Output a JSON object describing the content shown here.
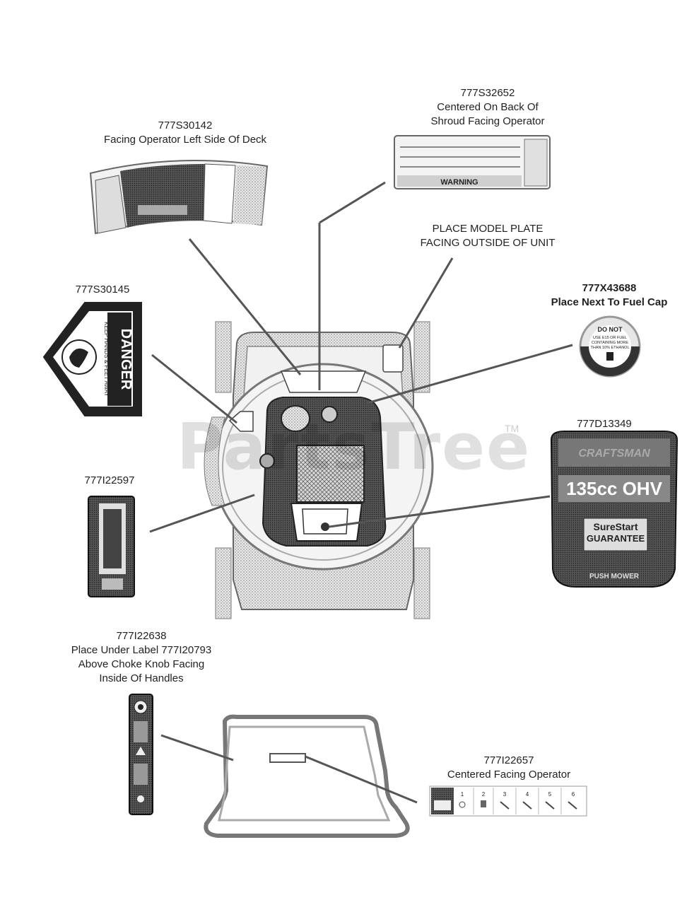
{
  "watermark": {
    "text": "PartsTree",
    "tm": "TM"
  },
  "labels": {
    "l1": {
      "part": "777S32652",
      "desc": [
        "Centered On Back Of",
        "Shroud Facing Operator"
      ]
    },
    "l2": {
      "part": "777S30142",
      "desc": [
        "Facing Operator Left Side Of Deck"
      ]
    },
    "l3": {
      "part": "",
      "desc": [
        "PLACE MODEL PLATE",
        "FACING OUTSIDE OF UNIT"
      ]
    },
    "l4": {
      "part": "777S30145",
      "desc": []
    },
    "l5": {
      "part": "777X43688",
      "desc": [
        "Place Next To Fuel Cap"
      ]
    },
    "l6": {
      "part": "777D13349",
      "desc": []
    },
    "l7": {
      "part": "777I22597",
      "desc": []
    },
    "l8": {
      "part": "777I22638",
      "desc": [
        "Place Under Label 777I20793",
        "Above Choke Knob Facing",
        "Inside Of Handles"
      ]
    },
    "l9": {
      "part": "777I22657",
      "desc": [
        "Centered Facing Operator"
      ]
    }
  },
  "decal_text": {
    "warning": "WARNING",
    "danger": "DANGER",
    "keep_away": "KEEP HANDS & FEET AWAY",
    "do_not": "DO NOT",
    "fuel_cap_text": [
      "USE E15 OR FUEL",
      "CONTAINING MORE",
      "THAN 10% ETHANOL"
    ],
    "engine_size": "135cc OHV",
    "surestart": "SureStart",
    "guarantee": "GUARANTEE",
    "push_mower": "PUSH MOWER",
    "brand": "CRAFTSMAN",
    "steps": [
      "1",
      "2",
      "3",
      "4",
      "5",
      "6"
    ]
  }
}
